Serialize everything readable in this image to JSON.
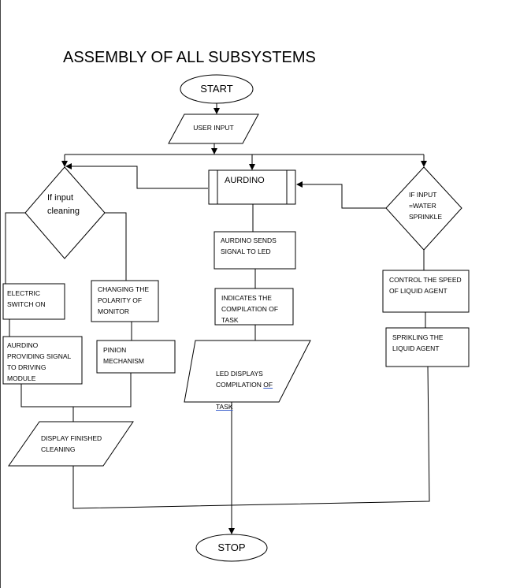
{
  "title": "ASSEMBLY OF ALL SUBSYSTEMS",
  "nodes": {
    "start": "START",
    "user_input": "USER INPUT",
    "aurdino": "AURDINO",
    "if_cleaning": "If input\ncleaning",
    "if_water": "IF INPUT\n=WATER\nSPRINKLE",
    "aurdino_sends": "AURDINO SENDS\nSIGNAL TO LED",
    "indicates": "INDICATES THE\nCOMPILATION OF\nTASK",
    "led_displays_1": "LED DISPLAYS\nCOMPILATION ",
    "led_displays_2": "OF",
    "led_displays_3": "TASK",
    "electric_switch": "ELECTRIC\nSWITCH ON",
    "changing_polarity": "CHANGING THE\nPOLARITY OF\nMONITOR",
    "aurdino_providing": "AURDINO\nPROVIDING SIGNAL\nTO DRIVING\nMODULE",
    "pinion": "PINION\nMECHANISM",
    "display_finished": "DISPLAY FINISHED\nCLEANING",
    "control_speed": "CONTROL THE SPEED\nOF LIQUID AGENT",
    "sprinkling": "SPRIKLING THE\nLIQUID AGENT",
    "stop": "STOP"
  }
}
